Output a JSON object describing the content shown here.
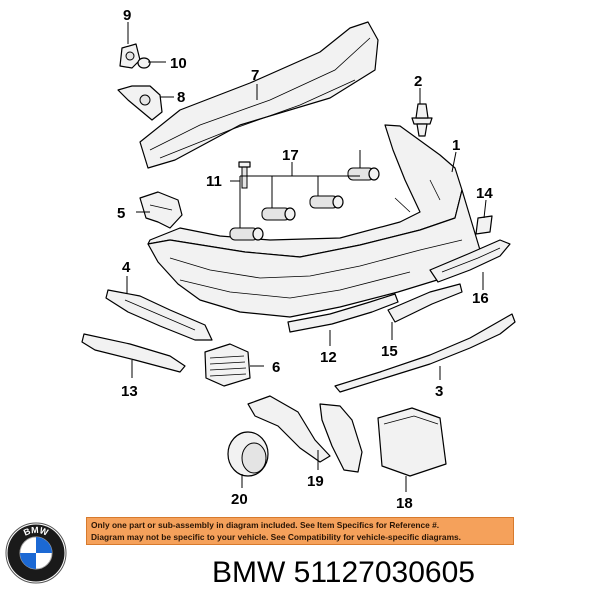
{
  "diagram": {
    "callouts": [
      "1",
      "2",
      "3",
      "4",
      "5",
      "6",
      "7",
      "8",
      "9",
      "10",
      "11",
      "12",
      "13",
      "14",
      "15",
      "16",
      "17",
      "18",
      "19",
      "20"
    ]
  },
  "notice": {
    "line1": "Only one part or sub-assembly in diagram included. See Item Specifics for Reference #.",
    "line2": "Diagram may not be specific to your vehicle. See Compatibility for vehicle-specific diagrams."
  },
  "brand": {
    "logo_letters": "BMW",
    "part_label": "BMW 51127030605"
  },
  "colors": {
    "notice_bg": "#f5a15b",
    "logo_blue": "#1c69d4"
  }
}
